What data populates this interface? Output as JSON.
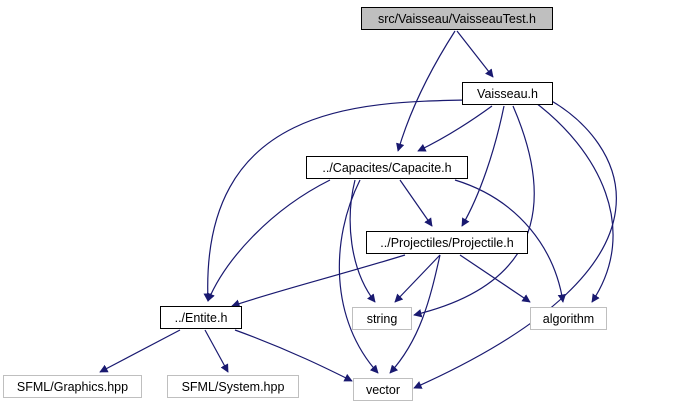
{
  "colors": {
    "edge": "#191970",
    "local_border": "#000000",
    "external_border": "#bfbfbf",
    "focus_fill": "#bfbfbf"
  },
  "nodes": [
    {
      "id": "vt",
      "label": "src/Vaisseau/VaisseauTest.h",
      "kind": "focus"
    },
    {
      "id": "va",
      "label": "Vaisseau.h",
      "kind": "local"
    },
    {
      "id": "ca",
      "label": "../Capacites/Capacite.h",
      "kind": "local"
    },
    {
      "id": "pr",
      "label": "../Projectiles/Projectile.h",
      "kind": "local"
    },
    {
      "id": "en",
      "label": "../Entite.h",
      "kind": "local"
    },
    {
      "id": "st",
      "label": "string",
      "kind": "external"
    },
    {
      "id": "al",
      "label": "algorithm",
      "kind": "external"
    },
    {
      "id": "sg",
      "label": "SFML/Graphics.hpp",
      "kind": "external"
    },
    {
      "id": "ss",
      "label": "SFML/System.hpp",
      "kind": "external"
    },
    {
      "id": "ve",
      "label": "vector",
      "kind": "external"
    }
  ],
  "edges": [
    [
      "vt",
      "va"
    ],
    [
      "vt",
      "ca"
    ],
    [
      "va",
      "ca"
    ],
    [
      "va",
      "pr"
    ],
    [
      "va",
      "en"
    ],
    [
      "va",
      "st"
    ],
    [
      "va",
      "al"
    ],
    [
      "va",
      "ve"
    ],
    [
      "ca",
      "pr"
    ],
    [
      "ca",
      "en"
    ],
    [
      "ca",
      "st"
    ],
    [
      "ca",
      "al"
    ],
    [
      "ca",
      "ve"
    ],
    [
      "pr",
      "en"
    ],
    [
      "pr",
      "st"
    ],
    [
      "pr",
      "al"
    ],
    [
      "pr",
      "ve"
    ],
    [
      "en",
      "sg"
    ],
    [
      "en",
      "ss"
    ],
    [
      "en",
      "ve"
    ]
  ]
}
